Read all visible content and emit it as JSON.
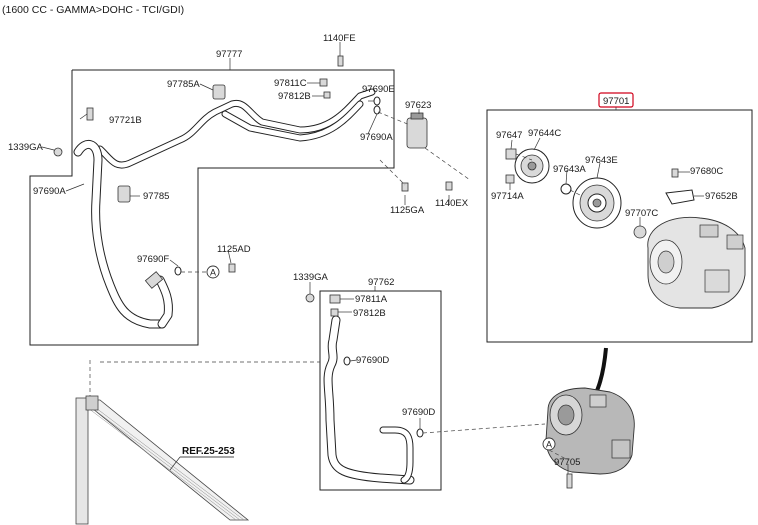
{
  "header": {
    "text": "(1600 CC - GAMMA>DOHC - TCI/GDI)"
  },
  "labels": {
    "p97777": "97777",
    "p1140FE": "1140FE",
    "p97785A": "97785A",
    "p97811C": "97811C",
    "p97812B": "97812B",
    "p97690E": "97690E",
    "p97690A_top": "97690A",
    "p97623": "97623",
    "p97721B": "97721B",
    "p1339GA_left": "1339GA",
    "p97690A_left": "97690A",
    "p97785": "97785",
    "p1125GA": "1125GA",
    "p1140EX": "1140EX",
    "p97690F": "97690F",
    "p1125AD": "1125AD",
    "p1339GA_mid": "1339GA",
    "p97762": "97762",
    "p97811A": "97811A",
    "p97812B_mid": "97812B",
    "p97690D_1": "97690D",
    "p97690D_2": "97690D",
    "p97701": "97701",
    "p97647": "97647",
    "p97644C": "97644C",
    "p97643A": "97643A",
    "p97643E": "97643E",
    "p97714A": "97714A",
    "p97680C": "97680C",
    "p97652B": "97652B",
    "p97707C": "97707C",
    "p97705": "97705",
    "ref": "REF.25-253"
  },
  "markers": {
    "a1": "A",
    "a2": "A"
  },
  "colors": {
    "highlight_box": "#d0021b",
    "line": "#222222"
  }
}
